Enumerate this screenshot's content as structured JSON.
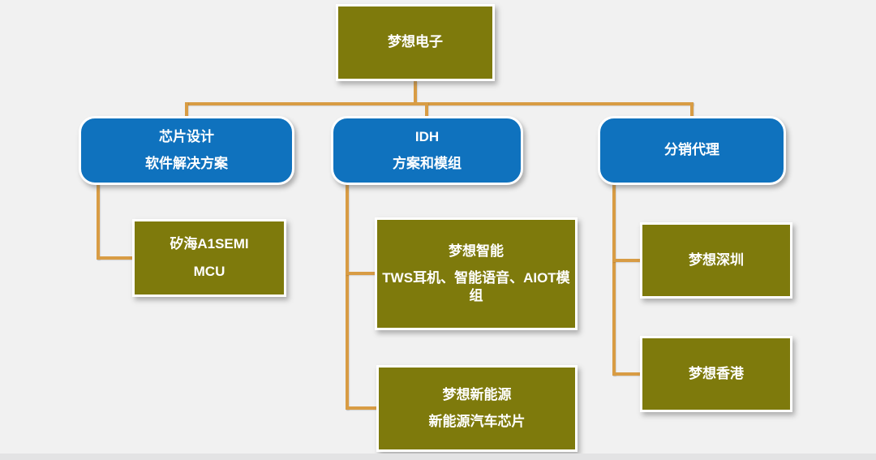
{
  "colors": {
    "background": "#F1F1F1",
    "bottom_strip": "#E3E3E4",
    "olive_box": "#7E7A0C",
    "blue_box": "#0F72BE",
    "connector": "#D89C44",
    "box_text": "#FFFFFF"
  },
  "org_chart": {
    "root": {
      "line1": "梦想电子"
    },
    "level2": {
      "chip_design": {
        "line1": "芯片设计",
        "line2": "软件解决方案"
      },
      "idh": {
        "line1": "IDH",
        "line2": "方案和模组"
      },
      "distribution": {
        "line1": "分销代理"
      }
    },
    "level3": {
      "sihai": {
        "line1": "矽海A1SEMI",
        "line2": "MCU"
      },
      "smart": {
        "line1": "梦想智能",
        "line2": "TWS耳机、智能语音、AIOT模组"
      },
      "new_energy": {
        "line1": "梦想新能源",
        "line2": "新能源汽车芯片"
      },
      "shenzhen": {
        "line1": "梦想深圳"
      },
      "hongkong": {
        "line1": "梦想香港"
      }
    }
  }
}
